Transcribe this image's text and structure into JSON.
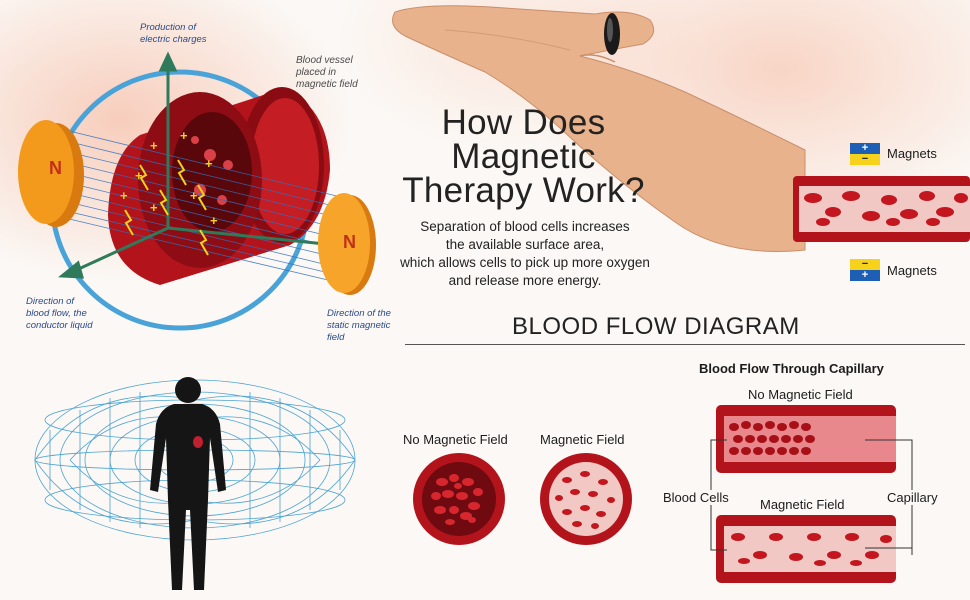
{
  "header": {
    "title_line1": "How Does",
    "title_line2": "Magnetic",
    "title_line3": "Therapy Work?",
    "description_line1": "Separation of blood cells increases",
    "description_line2": "the available surface area,",
    "description_line3": "which allows cells to pick up more oxygen",
    "description_line4": "and release more energy."
  },
  "vessel_diagram": {
    "label_charges_line1": "Production of",
    "label_charges_line2": "electric charges",
    "label_vessel_line1": "Blood vessel",
    "label_vessel_line2": "placed in",
    "label_vessel_line3": "magnetic field",
    "label_flow_line1": "Direction of",
    "label_flow_line2": "blood flow, the",
    "label_flow_line3": "conductor liquid",
    "label_static_line1": "Direction of the",
    "label_static_line2": "static magnetic",
    "label_static_line3": "field",
    "magnet_left_pole": "N",
    "magnet_right_pole": "N"
  },
  "hand_panel": {
    "magnets_top_label": "Magnets",
    "magnets_bottom_label": "Magnets",
    "plus_sign": "+",
    "minus_sign": "−"
  },
  "blood_flow": {
    "section_title": "BLOOD FLOW DIAGRAM",
    "no_field_label": "No Magnetic Field",
    "field_label": "Magnetic Field",
    "capillary_title": "Blood Flow Through Capillary",
    "capillary_no_field_label": "No Magnetic Field",
    "capillary_field_label": "Magnetic Field",
    "blood_cells_label": "Blood Cells",
    "capillary_label": "Capillary"
  },
  "colors": {
    "blood_red": "#b3141c",
    "magnet_orange": "#f39a1c",
    "field_blue": "#4aa3d8",
    "axis_green": "#2e7a5a",
    "spark_yellow": "#f2d21a"
  }
}
